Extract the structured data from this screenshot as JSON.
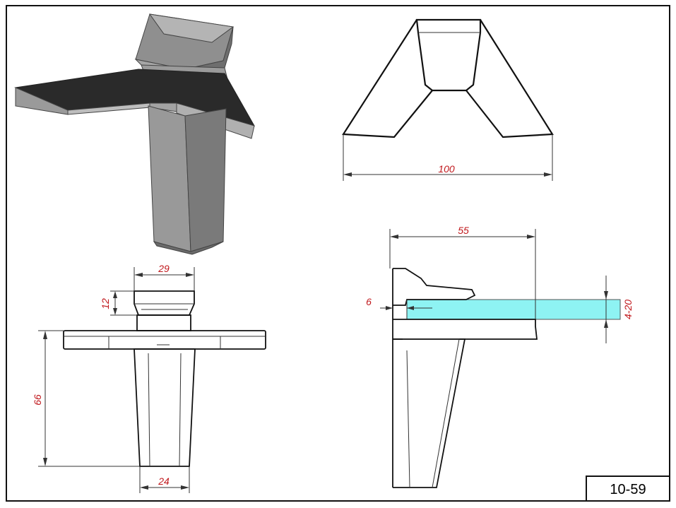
{
  "drawing_number": "10-59",
  "dimensions": {
    "width_top": "100",
    "depth": "55",
    "head_width": "29",
    "head_height": "12",
    "height": "66",
    "base_width": "24",
    "lip": "6",
    "glass_thickness": "4-20"
  },
  "colors": {
    "dimension_text": "#c0181c",
    "glass": "#8ef3f3",
    "shelf_top": "#2a2a2a",
    "body_gray": "#8a8a8a"
  }
}
